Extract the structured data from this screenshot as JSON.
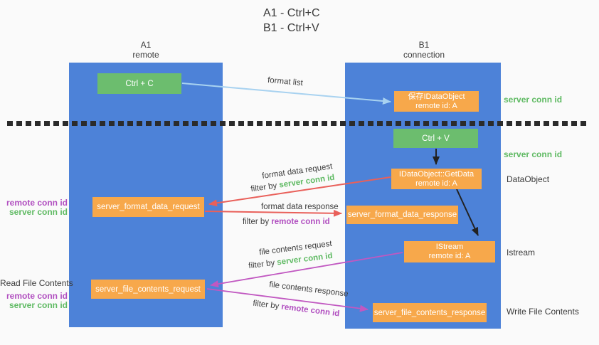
{
  "title": {
    "line1": "A1 - Ctrl+C",
    "line2": "B1 - Ctrl+V"
  },
  "lifelines": {
    "left": {
      "name": "A1",
      "role": "remote"
    },
    "right": {
      "name": "B1",
      "role": "connection"
    }
  },
  "nodes": {
    "ctrl_c": {
      "label": "Ctrl + C"
    },
    "ctrl_v": {
      "label": "Ctrl + V"
    },
    "save_idataobject": {
      "line1": "保存IDataObject",
      "line2": "remote id: A"
    },
    "idataobject_getdata": {
      "line1": "IDataObject::GetData",
      "line2": "remote id: A"
    },
    "istream": {
      "line1": "IStream",
      "line2": "remote id: A"
    },
    "server_format_data_request": {
      "label": "server_format_data_request"
    },
    "server_format_data_response": {
      "label": "server_format_data_response"
    },
    "server_file_contents_request": {
      "label": "server_file_contents_request"
    },
    "server_file_contents_response": {
      "label": "server_file_contents_response"
    }
  },
  "flow_labels": {
    "format_list": "format list",
    "format_data_request": "format data request",
    "format_data_response": "format data response",
    "file_contents_request": "file contents request",
    "file_contents_response": "file contents response",
    "filter_by": "filter by ",
    "server_conn_id": "server conn id",
    "remote_conn_id": "remote conn id"
  },
  "annotations": {
    "right": {
      "server_conn_id_top": "server conn id",
      "server_conn_id_mid": "server conn id",
      "dataobject": "DataObject",
      "istream": "Istream",
      "write_file_contents": "Write File Contents"
    },
    "left": {
      "remote_conn_id_1": "remote conn id",
      "server_conn_id_1": "server conn id",
      "read_file_contents": "Read File Contents",
      "remote_conn_id_2": "remote conn id",
      "server_conn_id_2": "server conn id"
    }
  },
  "colors": {
    "background": "#fafafa",
    "lifeline_blue": "#4d82d8",
    "node_orange": "#f7a84b",
    "node_green": "#6cbd6e",
    "server_conn_green": "#5fba63",
    "remote_conn_purple": "#b14fc0",
    "request_arrow_red": "#e9605a",
    "file_arrow_magenta": "#c158c1",
    "format_list_arrow_blue": "#a8d2f0",
    "black_arrow": "#222222",
    "divider_black": "#2b2b2b"
  }
}
